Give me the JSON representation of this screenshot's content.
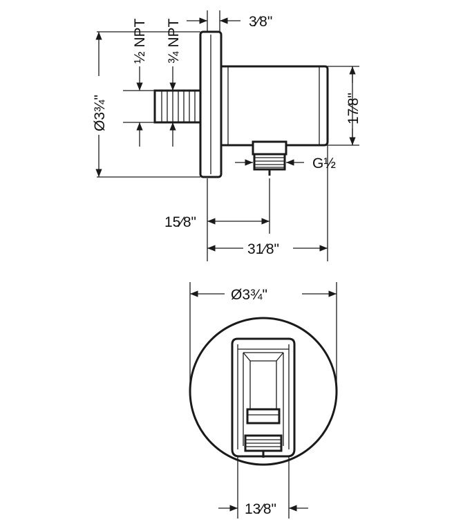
{
  "dimensions": {
    "top_offset": "3⁄8\"",
    "flange_diameter_side": "Ø3¾\"",
    "npt_half": "½ NPT",
    "npt_three_quarter": "¾ NPT",
    "body_height": "17⁄8\"",
    "outlet_thread": "G½",
    "outlet_offset": "15⁄8\"",
    "total_depth": "31⁄8\"",
    "flange_diameter_front": "Ø3¾\"",
    "outlet_width_front": "13⁄8\""
  }
}
